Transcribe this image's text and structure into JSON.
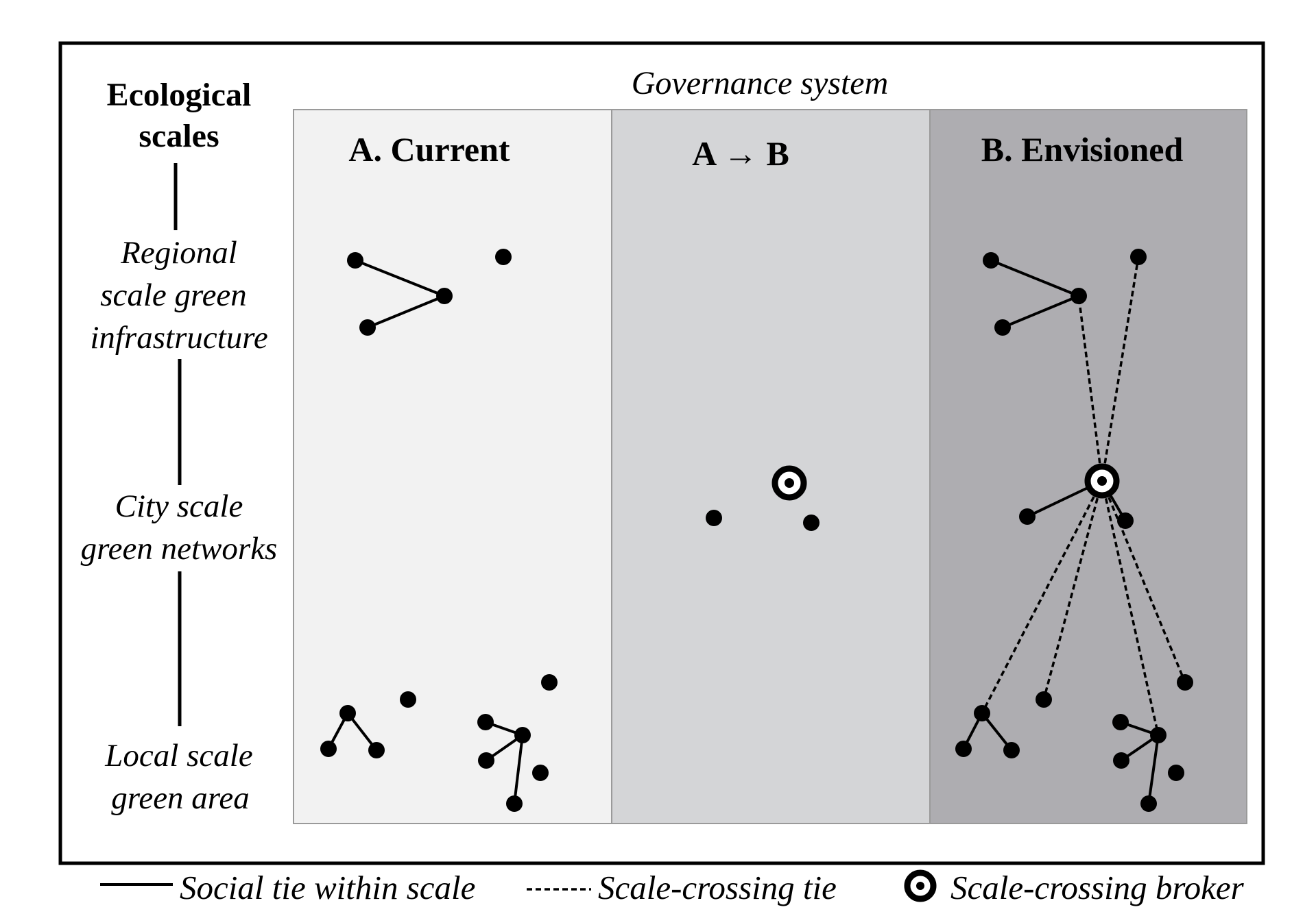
{
  "ecological_scales": {
    "title_line1": "Ecological",
    "title_line2": "scales",
    "regional": [
      "Regional",
      "scale green",
      "infrastructure"
    ],
    "city": [
      "City scale",
      "green networks"
    ],
    "local": [
      "Local scale",
      "green area"
    ]
  },
  "governance": {
    "title": "Governance system",
    "panels": [
      {
        "id": "current",
        "label": "A. Current",
        "fill": "#f2f2f2"
      },
      {
        "id": "transition",
        "label": "A → B",
        "fill": "#d4d5d7"
      },
      {
        "id": "envisioned",
        "label": "B. Envisioned",
        "fill": "#aeadb1"
      }
    ]
  },
  "legend": {
    "solid": "Social tie within scale",
    "dashed": "Scale-crossing tie",
    "broker": "Scale-crossing broker"
  },
  "colors": {
    "frame": "#000000",
    "node": "#000000",
    "panel_border": "#9a9a9a"
  }
}
